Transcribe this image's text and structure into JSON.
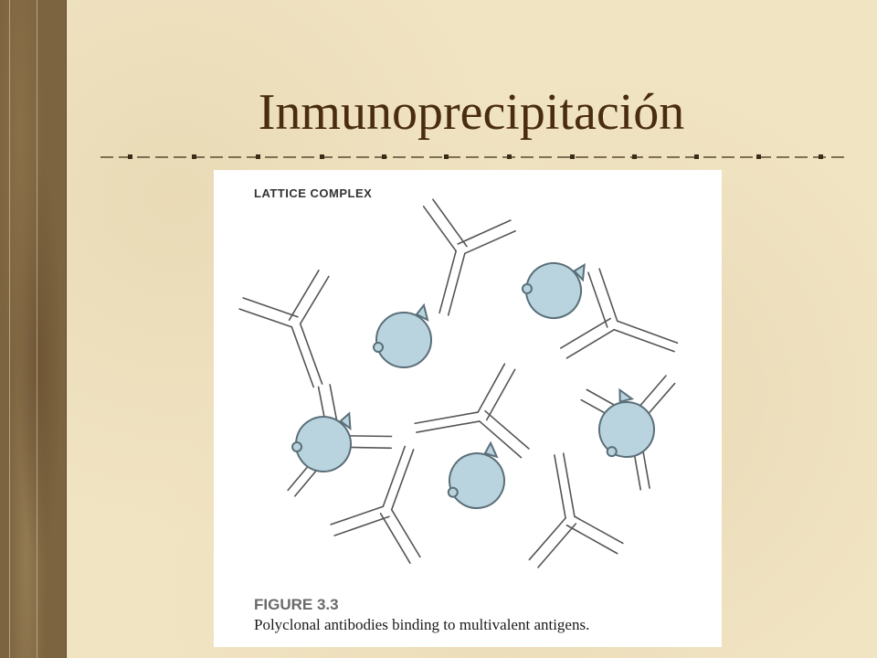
{
  "slide": {
    "title": "Inmunoprecipitación"
  },
  "figure": {
    "heading": "LATTICE COMPLEX",
    "number": "FIGURE 3.3",
    "caption": "Polyclonal antibodies binding to multivalent antigens."
  },
  "colors": {
    "background": "#f0e3c2",
    "side_strip": "#7d6440",
    "title": "#4a2d10",
    "antigen_fill": "#b9d4df",
    "antigen_stroke": "#5a6f78",
    "antibody_stroke": "#555555"
  },
  "icons": {
    "antigen": "antigen-circle-icon",
    "antibody": "y-antibody-icon"
  }
}
